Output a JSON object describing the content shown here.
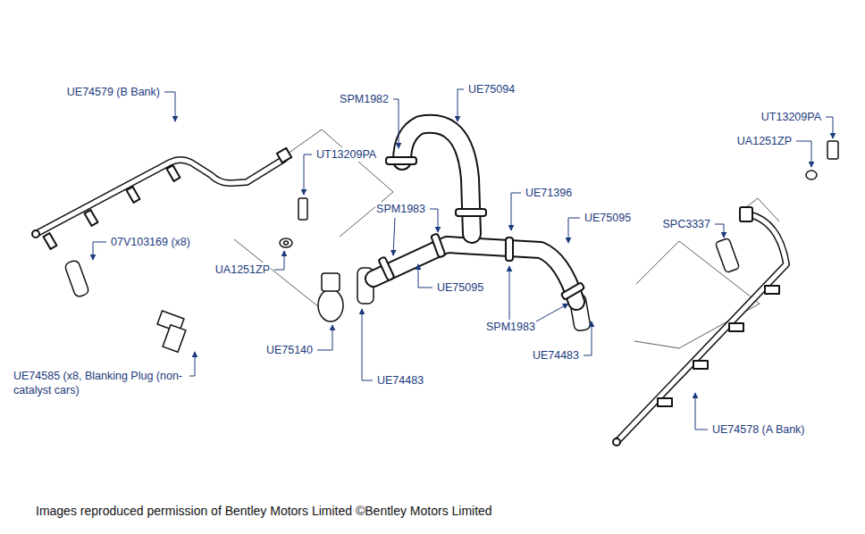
{
  "diagram": {
    "caption": "Images reproduced permission of Bentley Motors Limited ©Bentley Motors Limited",
    "labels": [
      "UE74579 (B Bank)",
      "SPM1982",
      "UE75094",
      "UT13209PA",
      "UA1251ZP",
      "UT13209PA",
      "UE71396",
      "SPM1983",
      "UE75095",
      "SPC3337",
      "07V103169 (x8)",
      "UA1251ZP",
      "UE75095",
      "SPM1983",
      "UE74483",
      "UE75140",
      "UE74483",
      "UE74585 (x8, Blanking Plug (non-catalyst cars)",
      "UE74578 (A Bank)"
    ]
  }
}
